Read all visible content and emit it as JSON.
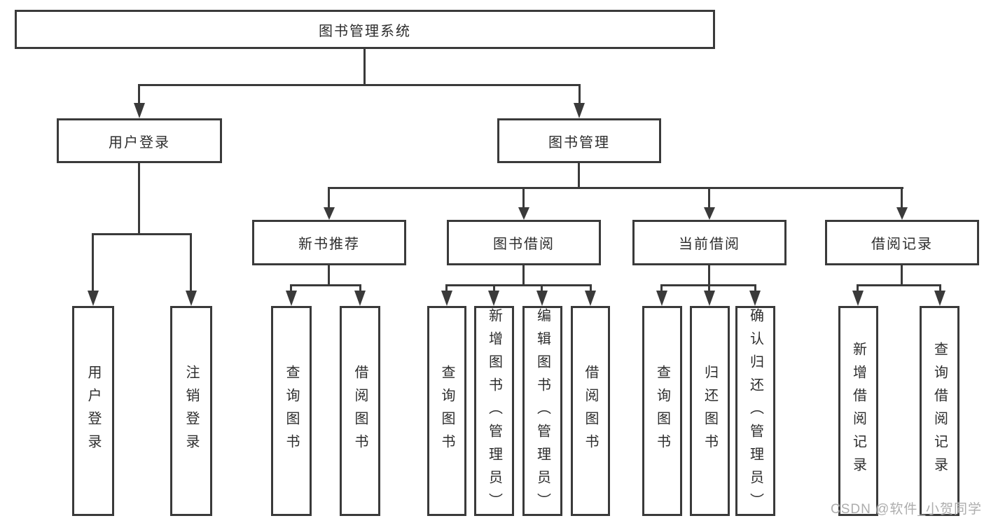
{
  "tree": {
    "root_label": "图书管理系统",
    "user_login": {
      "label": "用户登录",
      "children": [
        "用户登录",
        "注销登录"
      ]
    },
    "book_mgmt": {
      "label": "图书管理",
      "groups": [
        {
          "label": "新书推荐",
          "children": [
            "查询图书",
            "借阅图书"
          ]
        },
        {
          "label": "图书借阅",
          "children": [
            "查询图书",
            "新增图书（管理员）",
            "编辑图书（管理员）",
            "借阅图书"
          ]
        },
        {
          "label": "当前借阅",
          "children": [
            "查询图书",
            "归还图书",
            "确认归还（管理员）"
          ]
        },
        {
          "label": "借阅记录",
          "children": [
            "新增借阅记录",
            "查询借阅记录"
          ]
        }
      ]
    }
  },
  "watermark": {
    "text": "CSDN @软件_小贺同学"
  },
  "colors": {
    "line": "#3a3a3a",
    "box_bg": "#ffffff",
    "text": "#2d2d2d",
    "watermark": "#adadad"
  }
}
